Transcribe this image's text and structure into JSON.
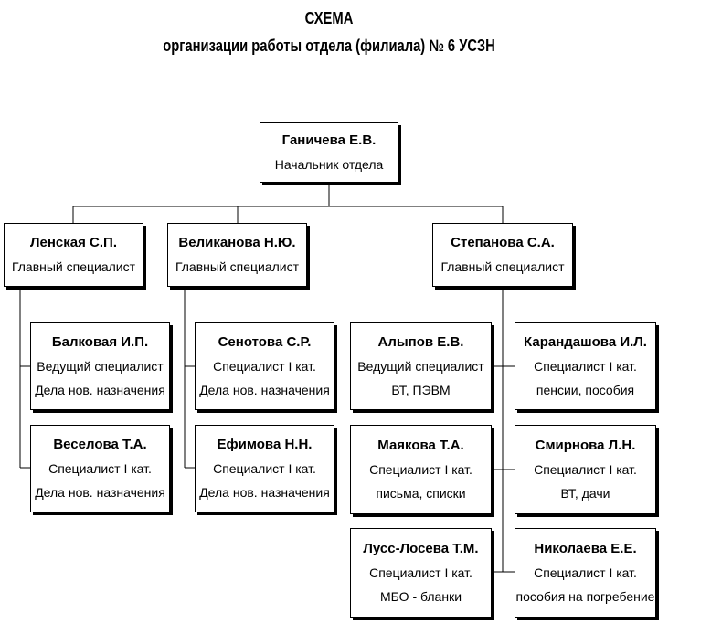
{
  "title": {
    "line1": "СХЕМА",
    "line2": "организации работы отдела (филиала) № 6 УСЗН"
  },
  "head": {
    "name": "Ганичева Е.В.",
    "role": "Начальник отдела"
  },
  "chiefs": [
    {
      "name": "Ленская С.П.",
      "role": "Главный специалист"
    },
    {
      "name": "Великанова Н.Ю.",
      "role": "Главный специалист"
    },
    {
      "name": "Степанова С.А.",
      "role": "Главный специалист"
    }
  ],
  "staff": [
    {
      "name": "Балковая И.П.",
      "role": "Ведущий специалист",
      "duty": "Дела нов. назначения"
    },
    {
      "name": "Веселова Т.А.",
      "role": "Специалист I кат.",
      "duty": "Дела нов. назначения"
    },
    {
      "name": "Сенотова С.Р.",
      "role": "Специалист I кат.",
      "duty": "Дела нов. назначения"
    },
    {
      "name": "Ефимова Н.Н.",
      "role": "Специалист I кат.",
      "duty": "Дела нов. назначения"
    },
    {
      "name": "Алыпов Е.В.",
      "role": "Ведущий специалист",
      "duty": "ВТ, ПЭВМ"
    },
    {
      "name": "Маякова Т.А.",
      "role": "Специалист I кат.",
      "duty": "письма, списки"
    },
    {
      "name": "Лусс-Лосева Т.М.",
      "role": "Специалист I кат.",
      "duty": "МБО - бланки"
    },
    {
      "name": "Карандашова И.Л.",
      "role": "Специалист I кат.",
      "duty": "пенсии, пособия"
    },
    {
      "name": "Смирнова Л.Н.",
      "role": "Специалист I кат.",
      "duty": "ВТ, дачи"
    },
    {
      "name": "Николаева Е.Е.",
      "role": "Специалист I кат.",
      "duty": "пособия на погребение"
    }
  ]
}
